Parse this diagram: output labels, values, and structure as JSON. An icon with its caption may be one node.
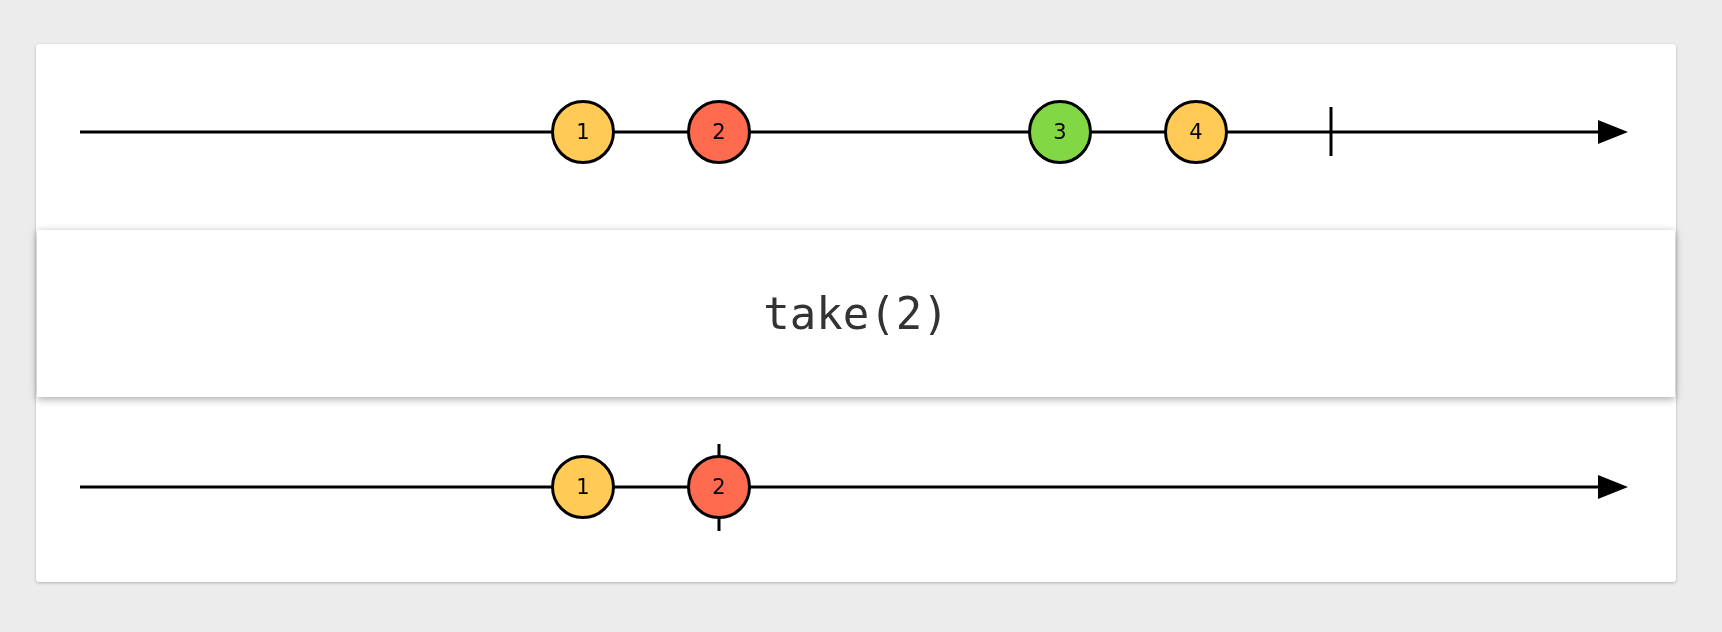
{
  "diagram": {
    "nodes": [
      {
        "text": [
          "1"
        ]
      },
      {
        "text": [
          "2"
        ]
      },
      {
        "text": [
          "3"
        ]
      },
      {
        "text": [
          "4"
        ]
      },
      {
        "text": [
          "take(2)"
        ]
      },
      {
        "text": [
          "1"
        ]
      },
      {
        "text": [
          "2"
        ]
      }
    ]
  }
}
